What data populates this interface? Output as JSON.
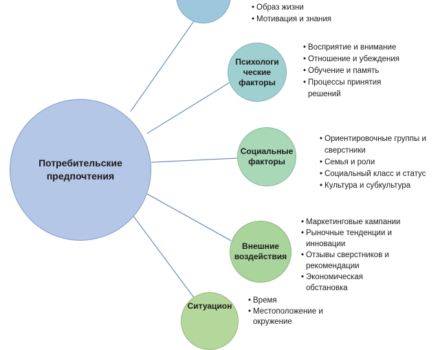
{
  "center": {
    "label_line1": "Потребительские",
    "label_line2": "предпочтения"
  },
  "nodes": [
    {
      "id": "top",
      "label": "",
      "items": [
        "Образ жизни",
        "Мотивация и знания"
      ]
    },
    {
      "id": "psy",
      "label_line1": "Психологи",
      "label_line2": "ческие",
      "label_line3": "факторы",
      "items": [
        "Восприятие и внимание",
        "Отношение и убеждения",
        "Обучение и память",
        "Процессы принятия решений"
      ]
    },
    {
      "id": "soc",
      "label_line1": "Социальные",
      "label_line2": "факторы",
      "items": [
        "Ориентировочные группы и сверстники",
        "Семья и роли",
        "Социальный класс и статус",
        "Культура и субкультура"
      ]
    },
    {
      "id": "ext",
      "label_line1": "Внешние",
      "label_line2": "воздействия",
      "items": [
        "Маркетинговые кампании",
        "Рыночные тенденции и инновации",
        "Отзывы сверстников и рекомендации",
        "Экономическая обстановка"
      ]
    },
    {
      "id": "sit",
      "label": "Ситуацион",
      "items": [
        "Время",
        "Местоположение и окружение"
      ]
    }
  ],
  "colors": {
    "center": "#b4c7e7",
    "connector": "#6f8fbf"
  }
}
